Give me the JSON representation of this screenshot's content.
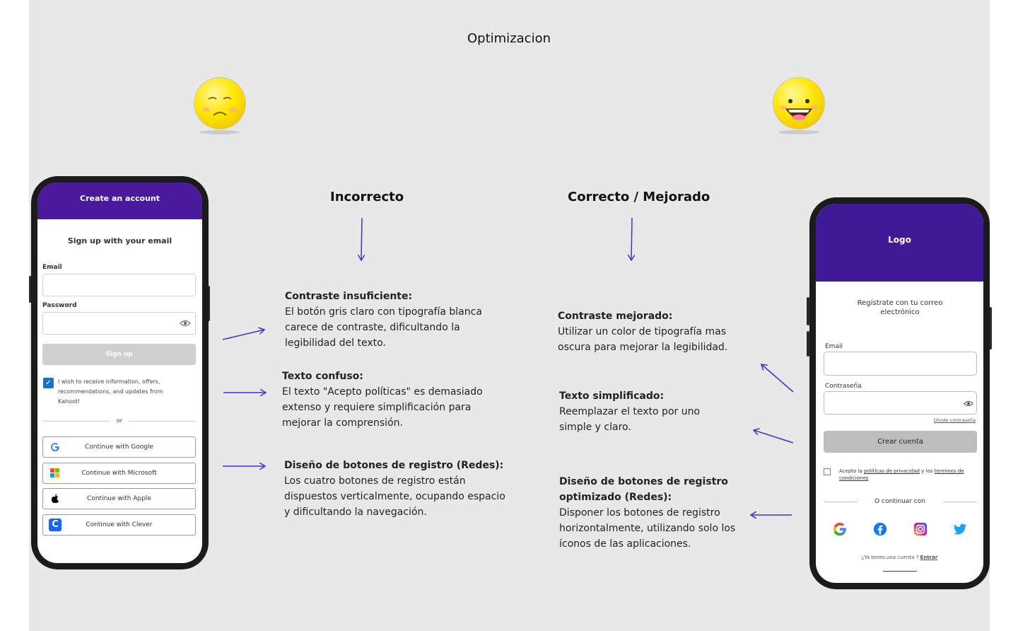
{
  "title": "Optimizacion",
  "columns": {
    "incorrect": "Incorrecto",
    "correct": "Correcto / Mejorado"
  },
  "incorrect_notes": [
    {
      "heading": "Contraste insuficiente:",
      "body": "El botón gris claro con tipografía blanca carece de contraste, dificultando la legibilidad del texto."
    },
    {
      "heading": "Texto confuso:",
      "body": "El texto \"Acepto políticas\" es demasiado extenso y requiere simplificación para mejorar la comprensión."
    },
    {
      "heading": "Diseño de botones de registro (Redes):",
      "body": "Los cuatro botones de registro están dispuestos verticalmente, ocupando espacio y dificultando la navegación."
    }
  ],
  "correct_notes": [
    {
      "heading": "Contraste mejorado:",
      "body": "Utilizar un color de tipografía mas oscura  para mejorar la legibilidad."
    },
    {
      "heading": "Texto simplificado:",
      "body": " Reemplazar el texto por uno simple y claro."
    },
    {
      "heading": "Diseño de botones de registro optimizado (Redes):",
      "body": "Disponer los botones de registro horizontalmente, utilizando solo los íconos de las aplicaciones."
    }
  ],
  "old_phone": {
    "header": "Create an account",
    "subtitle": "Sign up with your email",
    "email_label": "Email",
    "password_label": "Password",
    "signup_button": "Sign up",
    "consent_text": "I wish to receive information, offers, recommendations, and updates from Kahoot!",
    "or_label": "or",
    "social_buttons": [
      {
        "label": "Continue with Google",
        "icon": "google-icon"
      },
      {
        "label": "Continue with Microsoft",
        "icon": "microsoft-icon"
      },
      {
        "label": "Continue with Apple",
        "icon": "apple-icon"
      },
      {
        "label": "Continue with Clever",
        "icon": "clever-icon"
      }
    ]
  },
  "new_phone": {
    "header": "Logo",
    "subtitle": "Regístrate con tu correo electrónico",
    "email_label": "Email",
    "password_label": "Contraseña",
    "forgot_password": "Olvide contraseña",
    "create_button": "Crear cuenta",
    "terms_prefix": "Acepto la ",
    "terms_privacy": "políticas de privacidad",
    "terms_mid": " y los ",
    "terms_conditions": "terminos de condiciones",
    "continue_with": "O continuar con",
    "social_icons": [
      "google-icon",
      "facebook-icon",
      "instagram-icon",
      "twitter-icon"
    ],
    "have_account": "¿Ya tenes una cuenta ? ",
    "login_link": "Entrar"
  },
  "colors": {
    "background": "#e8e8e8",
    "header_purple": "#4a1a9e",
    "arrow": "#4b2bd6",
    "checkbox_blue": "#1f6fd1",
    "emoji_yellow": "#ffe600"
  }
}
